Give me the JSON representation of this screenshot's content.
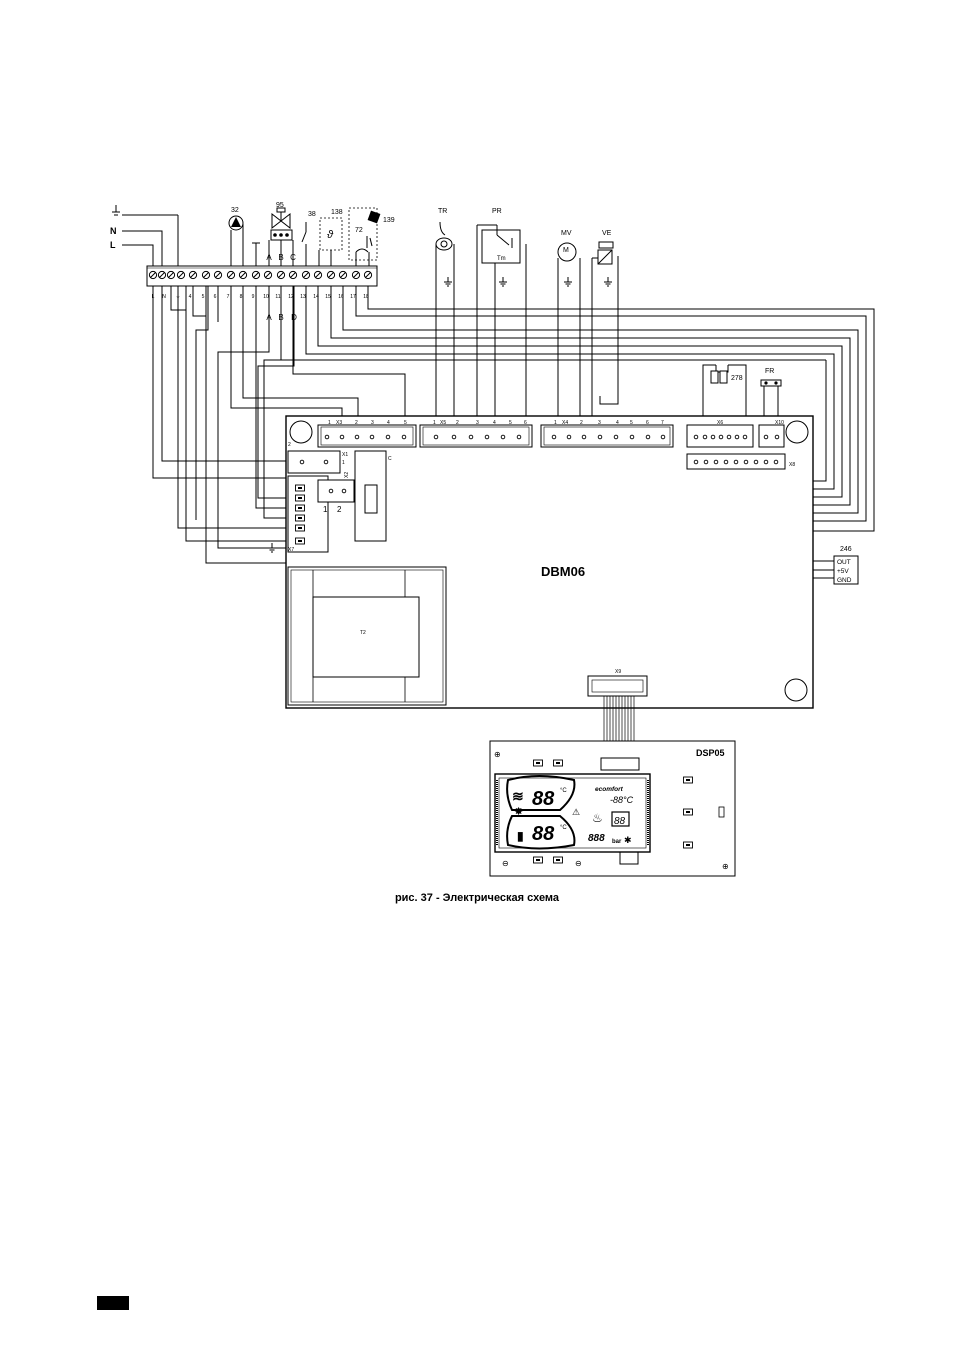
{
  "power_inputs": {
    "earth": "⏚",
    "neutral": "N",
    "line": "L"
  },
  "terminal_block": {
    "numbers": [
      "L",
      "N",
      "⏚",
      "4",
      "5",
      "6",
      "7",
      "8",
      "9",
      "10",
      "11",
      "12",
      "13",
      "14",
      "15",
      "16",
      "17",
      "18"
    ],
    "lower_letters": [
      "A",
      "B",
      "D"
    ],
    "upper_letters": [
      "A",
      "B",
      "C"
    ]
  },
  "components": {
    "pump": "32",
    "valve": "95",
    "switch38": "38",
    "sensor138": "138",
    "thermostat139": "139",
    "relay72": "72",
    "tr": "TR",
    "pr": "PR",
    "pr_tm": "Tm",
    "mv": "MV",
    "mv_symbol": "M",
    "ve": "VE",
    "res278": "278",
    "fr": "FR",
    "c246": "246",
    "c246_pins": [
      "OUT",
      "+5V",
      "GND"
    ]
  },
  "main_board": {
    "name": "DBM06",
    "transformer": "T2",
    "c_label": "C",
    "x1": {
      "label": "X1",
      "pin_top": "2",
      "pin_bottom": "1"
    },
    "x2": {
      "label": "X2",
      "pins": [
        "1",
        "2"
      ]
    },
    "x7": "X7",
    "x3": {
      "label": "X3",
      "pins": [
        "1",
        "2",
        "3",
        "4",
        "5"
      ]
    },
    "x5": {
      "label": "X5",
      "pins": [
        "1",
        "2",
        "3",
        "4",
        "5",
        "6"
      ]
    },
    "x4": {
      "label": "X4",
      "pins": [
        "1",
        "2",
        "3",
        "4",
        "5",
        "6",
        "7"
      ]
    },
    "x6": "X6",
    "x10": "X10",
    "x8": "X8",
    "x9": "X9"
  },
  "display_board": {
    "name": "DSP05",
    "lcd_brand": "ecomfort",
    "lcd_digits_top": "88",
    "lcd_digits_bottom": "88",
    "lcd_unit": "°C",
    "lcd_small_temp": "-88°C",
    "lcd_small_digits": "88",
    "lcd_bar_digits": "888",
    "lcd_bar_unit": "bar"
  },
  "caption": "рис. 37 - Электрическая схема"
}
